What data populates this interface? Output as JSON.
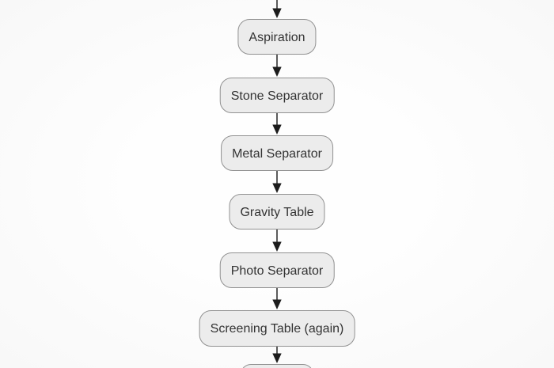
{
  "page": {
    "background": "#fafafa"
  },
  "flowchart": {
    "type": "flowchart",
    "direction": "top-down",
    "node_fill": "#ececec",
    "node_border": "#919191",
    "text_color": "#333333",
    "edge_color": "#333333",
    "nodes": [
      {
        "id": "aspiration",
        "label": "Aspiration"
      },
      {
        "id": "stone-separator",
        "label": "Stone Separator"
      },
      {
        "id": "metal-separator",
        "label": "Metal Separator"
      },
      {
        "id": "gravity-table",
        "label": "Gravity Table"
      },
      {
        "id": "photo-separator",
        "label": "Photo Separator"
      },
      {
        "id": "screening-table-again",
        "label": "Screening Table (again)"
      },
      {
        "id": "next-step-partial",
        "label": ""
      }
    ],
    "edges": [
      {
        "from": "offscreen-above",
        "to": "aspiration"
      },
      {
        "from": "aspiration",
        "to": "stone-separator"
      },
      {
        "from": "stone-separator",
        "to": "metal-separator"
      },
      {
        "from": "metal-separator",
        "to": "gravity-table"
      },
      {
        "from": "gravity-table",
        "to": "photo-separator"
      },
      {
        "from": "photo-separator",
        "to": "screening-table-again"
      },
      {
        "from": "screening-table-again",
        "to": "next-step-partial"
      }
    ]
  }
}
